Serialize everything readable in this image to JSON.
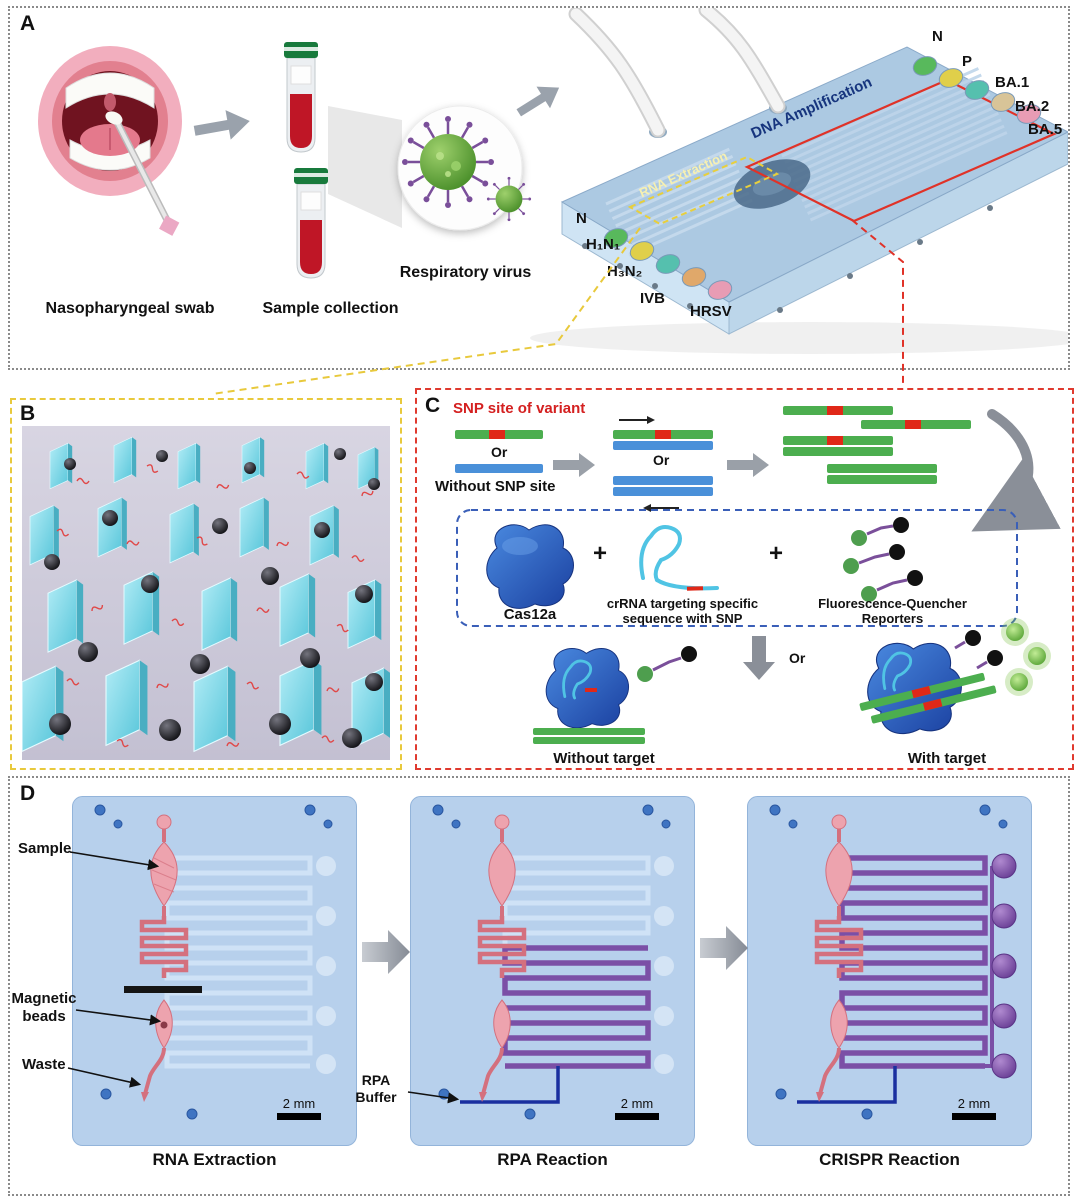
{
  "figure": {
    "panelA": {
      "label": "A",
      "caption_swab": "Nasopharyngeal swab",
      "caption_collection": "Sample collection",
      "caption_virus": "Respiratory virus",
      "chip": {
        "dna_amplification": "DNA Amplification",
        "rna_extraction": "RNA Extraction",
        "top_wells": [
          {
            "label": "N",
            "color": "#58b95c"
          },
          {
            "label": "P",
            "color": "#e0cf4a"
          },
          {
            "label": "BA.1",
            "color": "#55c0ae"
          },
          {
            "label": "BA.2",
            "color": "#d8c498"
          },
          {
            "label": "BA.5",
            "color": "#e89cb4"
          }
        ],
        "bottom_wells": [
          {
            "label": "N",
            "color": "#58b95c"
          },
          {
            "label": "H₁N₁",
            "color": "#e0cf4a"
          },
          {
            "label": "H₃N₂",
            "color": "#55c0ae"
          },
          {
            "label": "IVB",
            "color": "#e0a86a"
          },
          {
            "label": "HRSV",
            "color": "#e89cb4"
          }
        ]
      }
    },
    "panelB": {
      "label": "B"
    },
    "panelC": {
      "label": "C",
      "snp_site": "SNP site of variant",
      "or_1": "Or",
      "or_2": "Or",
      "or_3": "Or",
      "without_snp": "Without SNP site",
      "plus_1": "+",
      "plus_2": "+",
      "cas12a": "Cas12a",
      "crrna_label": "crRNA targeting specific sequence with SNP",
      "reporters_label": "Fluorescence-Quencher Reporters",
      "without_target": "Without target",
      "with_target": "With target"
    },
    "panelD": {
      "label": "D",
      "annotations": {
        "sample": "Sample",
        "magnetic_beads": "Magnetic beads",
        "waste": "Waste",
        "rpa_buffer": "RPA Buffer"
      },
      "chips": [
        {
          "caption": "RNA Extraction",
          "scale_bar": "2 mm"
        },
        {
          "caption": "RPA Reaction",
          "scale_bar": "2 mm"
        },
        {
          "caption": "CRISPR Reaction",
          "scale_bar": "2 mm"
        }
      ]
    },
    "colors": {
      "panel_border_gray": "#8a8a8a",
      "panel_border_yellow": "#e8c93c",
      "panel_border_red": "#e03a2f",
      "chip_body_blue": "#b7d0ec",
      "channel_pink": "#eda3ae",
      "channel_purple": "#7b4fa6",
      "buffer_blue": "#1a2f9f",
      "bar_green": "#4cae4f",
      "bar_blue": "#4a90d9",
      "snp_red": "#e02818",
      "cas12a_blue": "#2a5fd0",
      "crrna_cyan": "#50c4e4",
      "reporter_green": "#4e9e4e",
      "quencher_black": "#111111",
      "pillar_cyan": "#6ed4e4",
      "tube_cap_green": "#187a3c",
      "blood_red": "#bf1626"
    }
  }
}
